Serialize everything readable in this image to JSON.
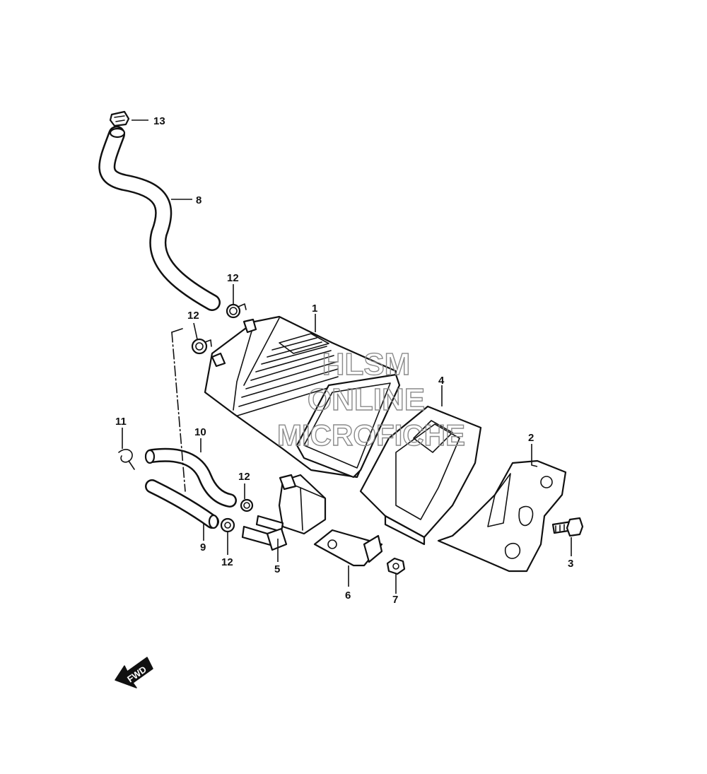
{
  "watermark": {
    "line1": "HLSM",
    "line2": "ONLINE",
    "line3": "MICROFICHE"
  },
  "fwd_label": "FWD",
  "callouts": {
    "c1": "1",
    "c2": "2",
    "c3": "3",
    "c4": "4",
    "c5": "5",
    "c6": "6",
    "c7": "7",
    "c8": "8",
    "c9": "9",
    "c10": "10",
    "c11": "11",
    "c12a": "12",
    "c12b": "12",
    "c12c": "12",
    "c12d": "12",
    "c13": "13"
  }
}
